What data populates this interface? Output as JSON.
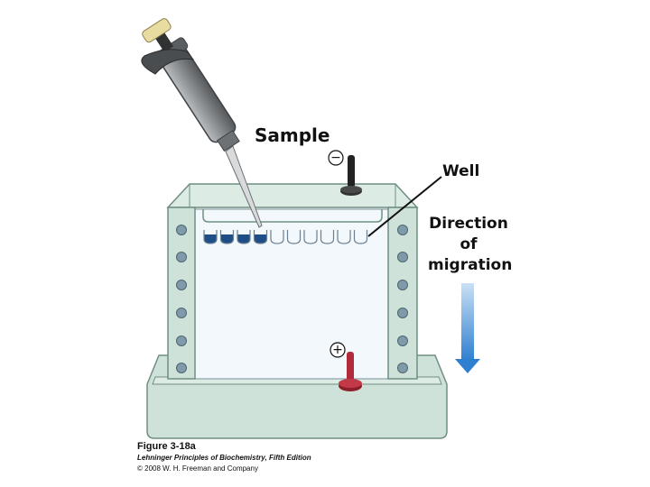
{
  "labels": {
    "sample": "Sample",
    "well": "Well",
    "direction_line1": "Direction",
    "direction_line2": "of",
    "direction_line3": "migration",
    "cathode_sign": "−",
    "anode_sign": "+"
  },
  "caption": {
    "figure": "Figure 3-18a",
    "book": "Lehninger Principles of Biochemistry, Fifth Edition",
    "copyright": "© 2008 W. H. Freeman and Company"
  },
  "colors": {
    "tank_fill": "#cfe2d9",
    "tank_stroke": "#6f8f82",
    "gel_fill": "#f3f8fc",
    "sample_blue": "#1f4e86",
    "anode_red": "#b22b3a",
    "cathode_black": "#222222",
    "arrow_top": "#c9e0f4",
    "arrow_bottom": "#2f7fd1",
    "pipette_body": "#8a8d90",
    "plunger_cap": "#e8dca0"
  },
  "wells": {
    "total": 10,
    "loaded": 4
  }
}
